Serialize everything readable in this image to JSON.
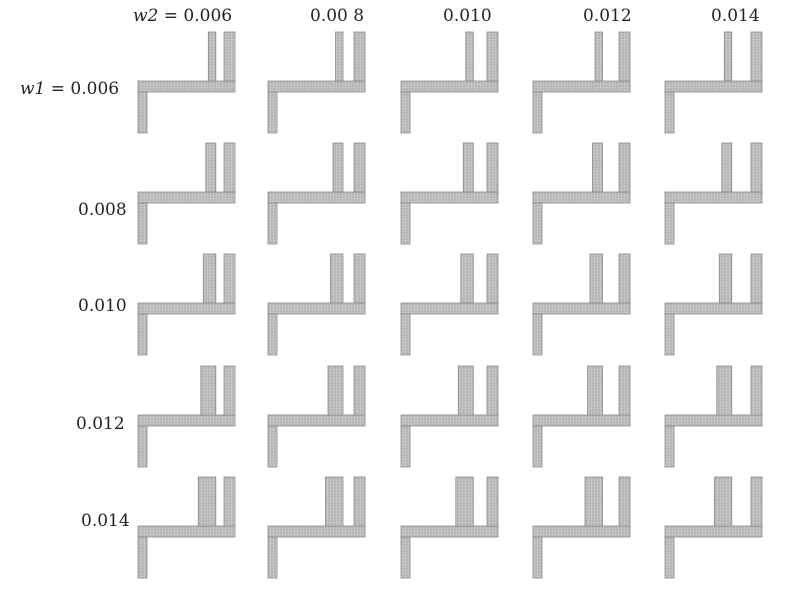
{
  "figure": {
    "col_label": {
      "var": "w2",
      "eq": " = 0.006"
    },
    "row_label": {
      "var": "w1",
      "eq": " = 0.006"
    },
    "col_values": [
      "0.006",
      "0.00 8",
      "0.010",
      "0.012",
      "0.014"
    ],
    "row_values": [
      "0.006",
      "0.008",
      "0.010",
      "0.012",
      "0.014"
    ],
    "mesh_fill": "#b5b5b5",
    "mesh_line": "#8a8a8a",
    "mesh_grid": "#e4e4e4"
  }
}
